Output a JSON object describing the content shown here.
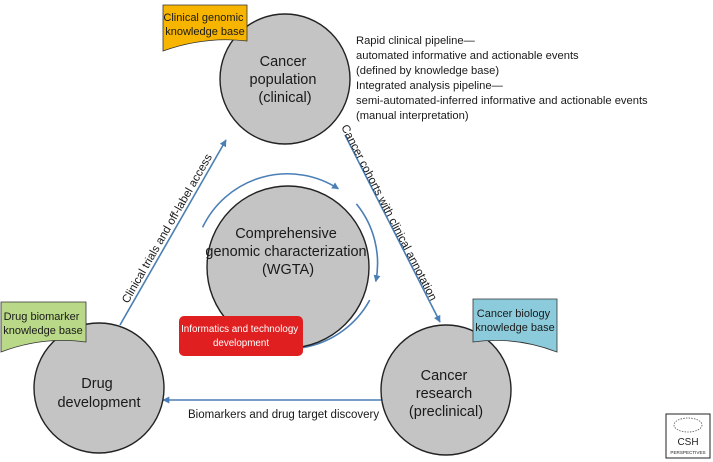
{
  "nodes": {
    "population": {
      "lines": [
        "Cancer",
        "population",
        "(clinical)"
      ]
    },
    "wgta": {
      "lines": [
        "Comprehensive",
        "genomic characterization",
        "(WGTA)"
      ]
    },
    "research": {
      "lines": [
        "Cancer",
        "research",
        "(preclinical)"
      ]
    },
    "drug": {
      "lines": [
        "Drug",
        "development"
      ]
    }
  },
  "knowledge_bases": {
    "clinical": {
      "lines": [
        "Clinical genomic",
        "knowledge base"
      ],
      "color": "#f7b500"
    },
    "biomarker": {
      "lines": [
        "Drug biomarker",
        "knowledge base"
      ],
      "color": "#b9d989"
    },
    "biology": {
      "lines": [
        "Cancer biology",
        "knowledge base"
      ],
      "color": "#8ccbdc"
    }
  },
  "informatics_box": {
    "lines": [
      "Informatics and technology",
      "development"
    ],
    "color": "#e02020"
  },
  "pipeline_notes": [
    "Rapid clinical pipeline—",
    "automated informative and actionable events",
    "(defined by knowledge base)",
    "Integrated analysis pipeline—",
    "semi-automated-inferred informative and actionable events",
    "(manual interpretation)"
  ],
  "edges": {
    "population_to_research": "Cancer cohorts with clinical annotation",
    "research_to_drug": "Biomarkers and drug target discovery",
    "drug_to_population": "Clinical trials and off-label access"
  },
  "logo": {
    "text": "CSH",
    "subtext": "PERSPECTIVES"
  },
  "colors": {
    "arrow": "#4a7fb5",
    "circle": "#c4c4c4"
  }
}
